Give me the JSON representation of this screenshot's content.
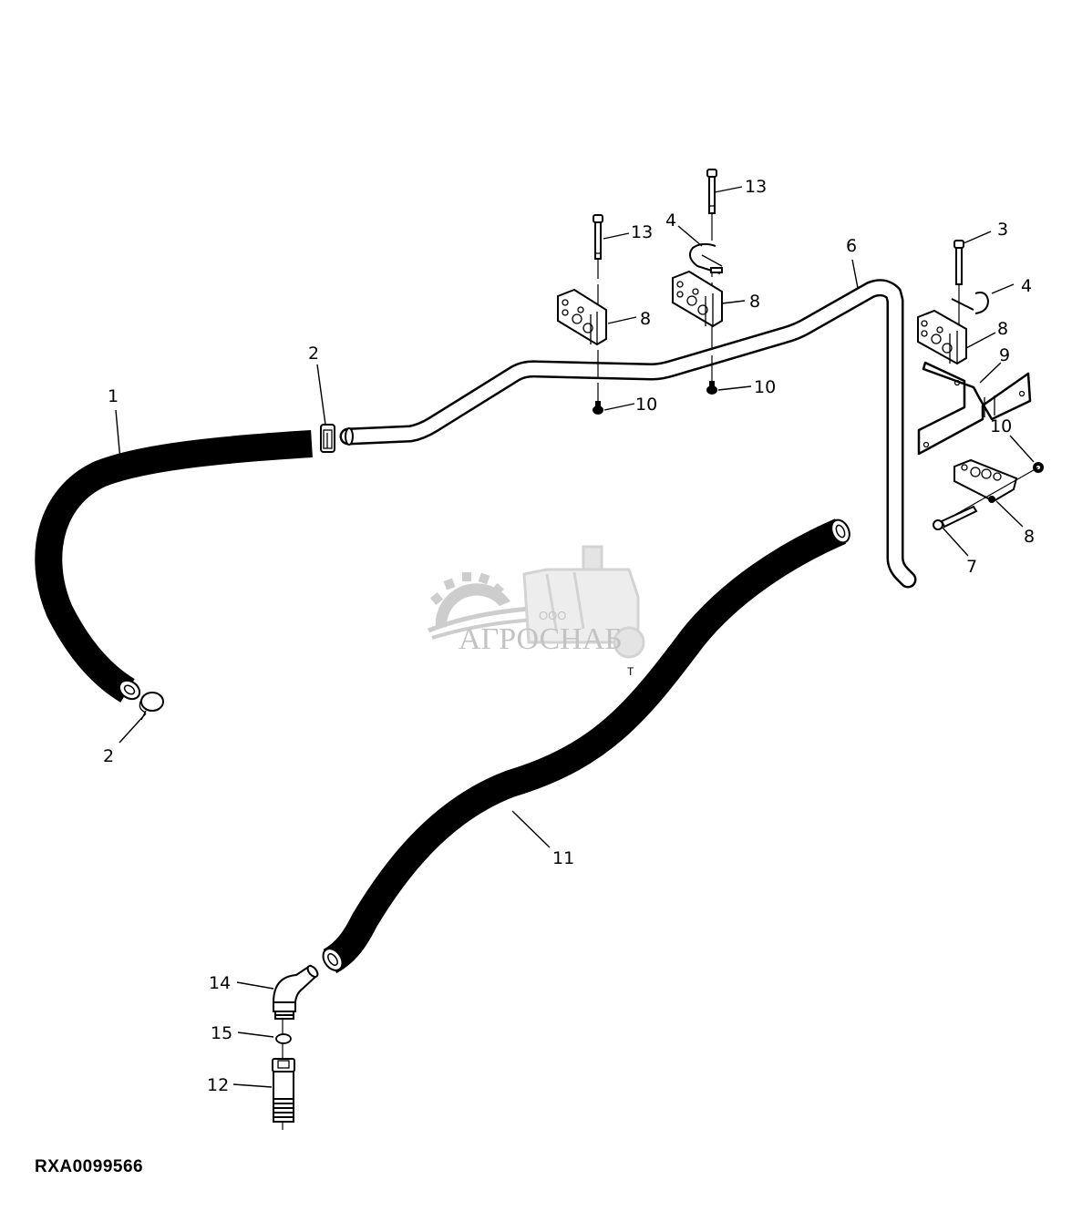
{
  "figure_id": "RXA0099566",
  "watermark": {
    "prefix": "ООО",
    "name": "АГРОСНАБ",
    "color": "#bdbdbd"
  },
  "corner_mark": "T",
  "callouts": [
    {
      "id": "c1",
      "label": "1"
    },
    {
      "id": "c2a",
      "label": "2"
    },
    {
      "id": "c2b",
      "label": "2"
    },
    {
      "id": "c3",
      "label": "3"
    },
    {
      "id": "c4a",
      "label": "4"
    },
    {
      "id": "c4b",
      "label": "4"
    },
    {
      "id": "c6",
      "label": "6"
    },
    {
      "id": "c7",
      "label": "7"
    },
    {
      "id": "c8a",
      "label": "8"
    },
    {
      "id": "c8b",
      "label": "8"
    },
    {
      "id": "c8c",
      "label": "8"
    },
    {
      "id": "c8d",
      "label": "8"
    },
    {
      "id": "c9",
      "label": "9"
    },
    {
      "id": "c10a",
      "label": "10"
    },
    {
      "id": "c10b",
      "label": "10"
    },
    {
      "id": "c10c",
      "label": "10"
    },
    {
      "id": "c11",
      "label": "11"
    },
    {
      "id": "c12",
      "label": "12"
    },
    {
      "id": "c13a",
      "label": "13"
    },
    {
      "id": "c13b",
      "label": "13"
    },
    {
      "id": "c14",
      "label": "14"
    },
    {
      "id": "c15",
      "label": "15"
    }
  ],
  "colors": {
    "line": "#000000",
    "background": "#ffffff"
  }
}
